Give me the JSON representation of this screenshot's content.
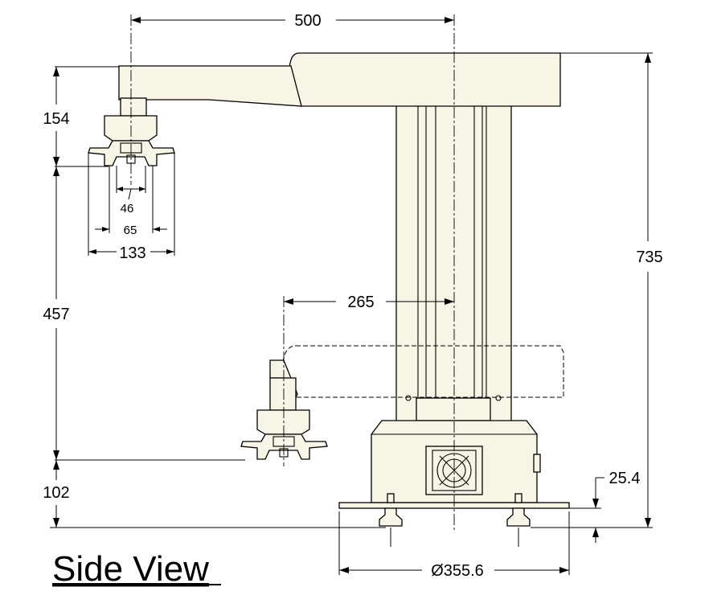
{
  "title": "Side View",
  "dimensions": {
    "reach_max": "500",
    "reach_min": "265",
    "height_upper": "154",
    "travel": "457",
    "height_lower": "102",
    "total_height": "735",
    "plate_thickness": "25.4",
    "base_diameter": "Ø355.6",
    "width_133": "133",
    "width_65": "65",
    "width_46": "46"
  }
}
